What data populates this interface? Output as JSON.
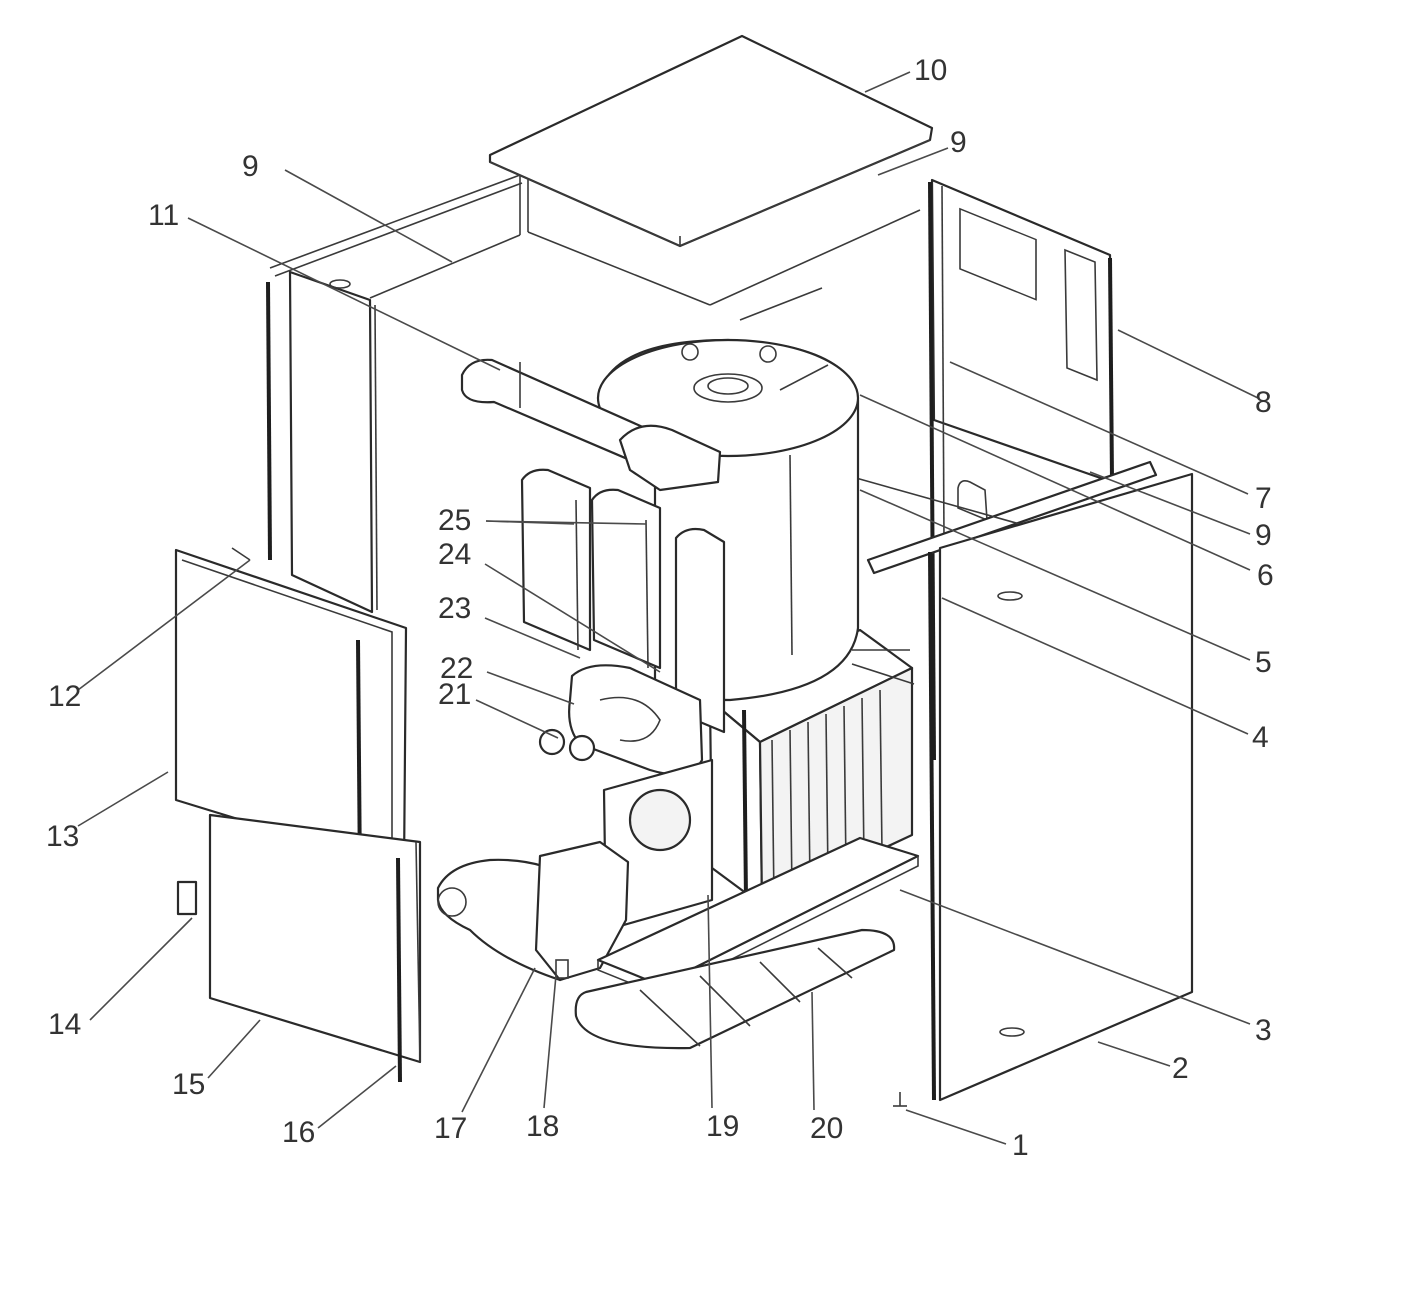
{
  "callouts": [
    {
      "id": "1",
      "label": "1"
    },
    {
      "id": "2",
      "label": "2"
    },
    {
      "id": "3",
      "label": "3"
    },
    {
      "id": "4",
      "label": "4"
    },
    {
      "id": "5",
      "label": "5"
    },
    {
      "id": "6",
      "label": "6"
    },
    {
      "id": "7",
      "label": "7"
    },
    {
      "id": "8",
      "label": "8"
    },
    {
      "id": "9a",
      "label": "9"
    },
    {
      "id": "9b",
      "label": "9"
    },
    {
      "id": "9c",
      "label": "9"
    },
    {
      "id": "10",
      "label": "10"
    },
    {
      "id": "11",
      "label": "11"
    },
    {
      "id": "12",
      "label": "12"
    },
    {
      "id": "13",
      "label": "13"
    },
    {
      "id": "14",
      "label": "14"
    },
    {
      "id": "15",
      "label": "15"
    },
    {
      "id": "16",
      "label": "16"
    },
    {
      "id": "17",
      "label": "17"
    },
    {
      "id": "18",
      "label": "18"
    },
    {
      "id": "19",
      "label": "19"
    },
    {
      "id": "20",
      "label": "20"
    },
    {
      "id": "21",
      "label": "21"
    },
    {
      "id": "22",
      "label": "22"
    },
    {
      "id": "23",
      "label": "23"
    },
    {
      "id": "24",
      "label": "24"
    },
    {
      "id": "25",
      "label": "25"
    }
  ]
}
